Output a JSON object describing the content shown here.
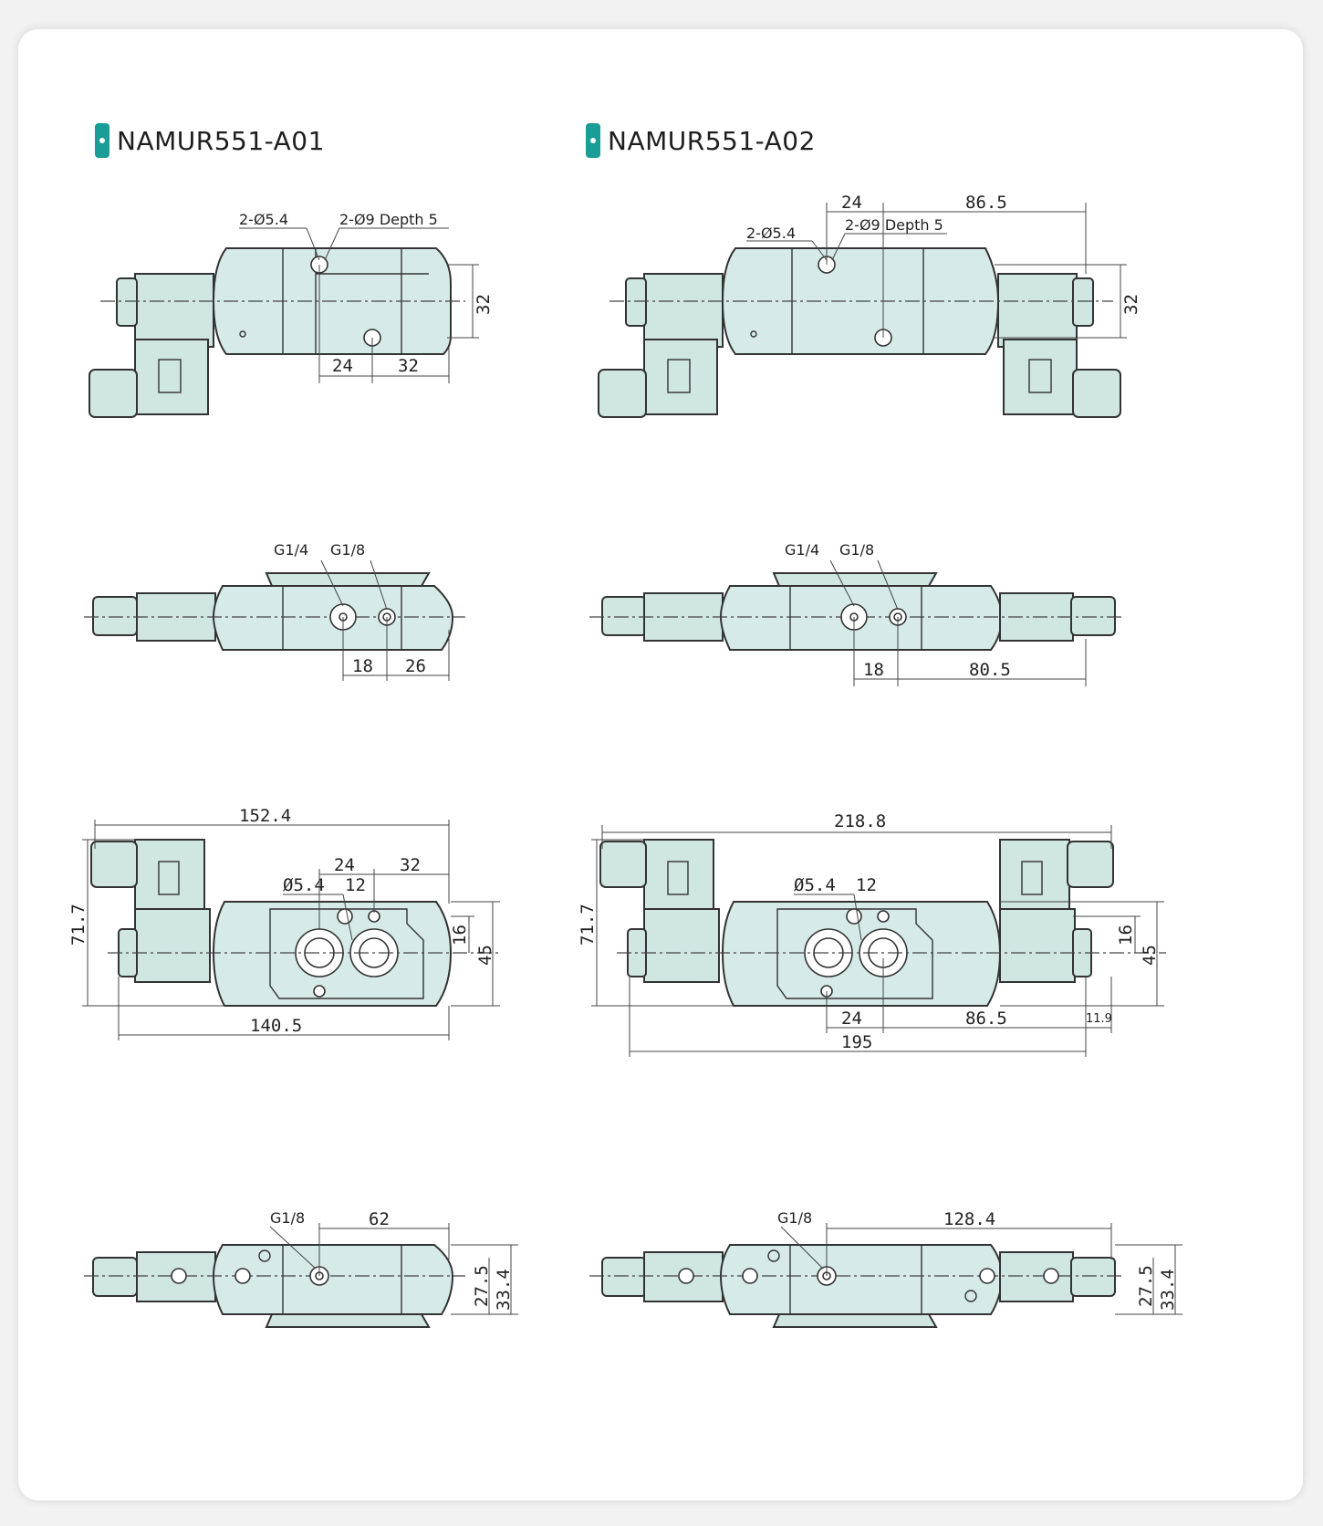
{
  "colors": {
    "accent": "#1a9d97",
    "body_fill": "#d6ebe7",
    "line": "#333333",
    "card": "#ffffff"
  },
  "models": [
    {
      "title": "NAMUR551-A01",
      "view1": {
        "hole_small": "2-Ø5.4",
        "hole_large": "2-Ø9 Depth 5",
        "dim_a": "24",
        "dim_b": "32",
        "dim_height": "32"
      },
      "view2": {
        "port_large": "G1/4",
        "port_small": "G1/8",
        "dim_a": "18",
        "dim_b": "26"
      },
      "view3": {
        "overall": "152.4",
        "dim_24": "24",
        "dim_32": "32",
        "hole": "Ø5.4",
        "dim_12": "12",
        "height_total": "71.7",
        "height_16": "16",
        "height_45": "45",
        "bottom": "140.5"
      },
      "view4": {
        "port": "G1/8",
        "dim_len": "62",
        "h_a": "27.5",
        "h_b": "33.4"
      }
    },
    {
      "title": "NAMUR551-A02",
      "view1": {
        "dim_top_a": "24",
        "dim_top_b": "86.5",
        "hole_small": "2-Ø5.4",
        "hole_large": "2-Ø9 Depth 5",
        "dim_height": "32"
      },
      "view2": {
        "port_large": "G1/4",
        "port_small": "G1/8",
        "dim_a": "18",
        "dim_b": "80.5"
      },
      "view3": {
        "overall": "218.8",
        "hole": "Ø5.4",
        "dim_12": "12",
        "height_total": "71.7",
        "height_16": "16",
        "height_45": "45",
        "dim_24": "24",
        "dim_86": "86.5",
        "dim_119": "11.9",
        "bottom": "195"
      },
      "view4": {
        "port": "G1/8",
        "dim_len": "128.4",
        "h_a": "27.5",
        "h_b": "33.4"
      }
    }
  ]
}
